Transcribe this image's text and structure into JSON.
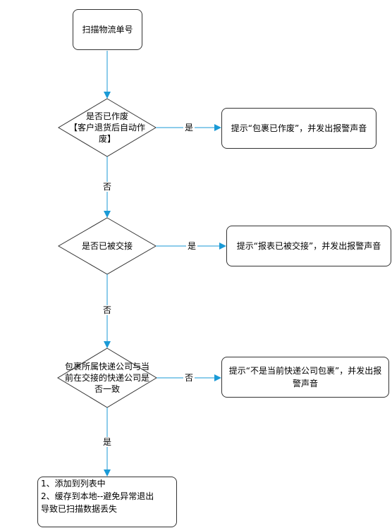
{
  "start": {
    "text": "扫描物流单号"
  },
  "decision1": {
    "line1": "是否已作废",
    "line2": "【客户退货后自动作",
    "line3": "废】"
  },
  "decision2": {
    "text": "是否已被交接"
  },
  "decision3": {
    "line1": "包裹所属快递公司与当",
    "line2": "前在交接的快递公司是",
    "line3": "否一致"
  },
  "action1": {
    "text": "提示“包裹已作废”，并发出报警声音"
  },
  "action2": {
    "text": "提示“报表已被交接”，并发出报警声音"
  },
  "action3": {
    "line1": "提示“不是当前快递公司包裹”，并发出报",
    "line2": "警声音"
  },
  "final": {
    "line1": "1、添加到列表中",
    "line2": "2、缓存到本地--避免异常退出",
    "line3": "导致已扫描数据丢失"
  },
  "labels": {
    "yes1": "是",
    "no1": "否",
    "yes2": "是",
    "no2": "否",
    "no3": "否",
    "yes3": "是"
  },
  "colors": {
    "arrow": "#1a9ad6",
    "border": "#333333"
  }
}
